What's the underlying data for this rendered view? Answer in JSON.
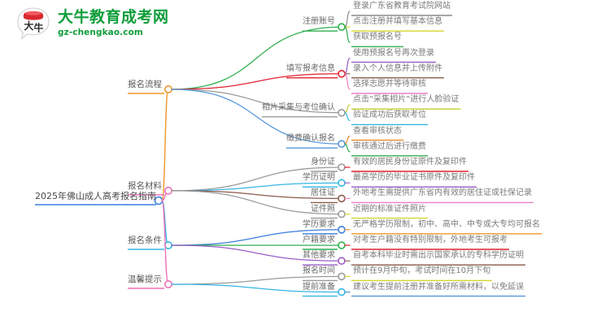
{
  "logo": {
    "mark_name": "dani-speech-bubble-logo",
    "cn_name": "大牛教育成考网",
    "domain": "gz-chengkao.com",
    "brand_color": "#0f9d3a",
    "mark_char": "大牛"
  },
  "mindmap": {
    "root": {
      "label": "2025年佛山成人高考报名指南",
      "color": "#3b7ddd"
    },
    "branches": [
      {
        "label": "报名流程",
        "color": "#f0962a",
        "children": [
          {
            "label": "注册账号",
            "color": "#2eae4e",
            "leaves": [
              {
                "label": "登录广东省教育考试院网站",
                "color": "#8a8a8a"
              },
              {
                "label": "点击注册并填写基本信息",
                "color": "#d6d62e"
              },
              {
                "label": "获取预报名号",
                "color": "#2eae4e"
              }
            ]
          },
          {
            "label": "填写报考信息",
            "color": "#e0212f",
            "leaves": [
              {
                "label": "使用预报名号再次登录",
                "color": "#9a5cc6"
              },
              {
                "label": "录入个人信息并上传附件",
                "color": "#8a5a4a"
              },
              {
                "label": "选择志愿并等待审核",
                "color": "#ef7fc4"
              }
            ]
          },
          {
            "label": "相片采集与考位确认",
            "color": "#9a9a9a",
            "leaves": [
              {
                "label": "点击“采集相片”进行人脸验证",
                "color": "#c3cf2c"
              },
              {
                "label": "验证成功后获取考位",
                "color": "#35b6e2"
              }
            ]
          },
          {
            "label": "缴费确认报名",
            "color": "#5596d8",
            "leaves": [
              {
                "label": "查看审核状态",
                "color": "#f08a2a"
              },
              {
                "label": "审核通过后进行缴费",
                "color": "#2eae4e"
              }
            ]
          }
        ]
      },
      {
        "label": "报名材料",
        "color": "#ef6fb8",
        "children": [
          {
            "label": "身份证",
            "color": "#9a9a9a",
            "leaves": [
              {
                "label": "有效的居民身份证原件及复印件",
                "color": "#e0212f"
              }
            ]
          },
          {
            "label": "学历证明",
            "color": "#35b6e2",
            "leaves": [
              {
                "label": "最高学历的毕业证书原件及复印件",
                "color": "#9a5cc6"
              }
            ]
          },
          {
            "label": "居住证",
            "color": "#8a5a4a",
            "leaves": [
              {
                "label": "外地考生需提供广东省内有效的居住证或社保记录",
                "color": "#ef7fc4"
              }
            ]
          },
          {
            "label": "证件照",
            "color": "#9a9a9a",
            "leaves": [
              {
                "label": "近期的标准证件照片",
                "color": "#d6d62e"
              }
            ]
          }
        ]
      },
      {
        "label": "报名条件",
        "color": "#35b6e2",
        "children": [
          {
            "label": "学历要求",
            "color": "#3b7ddd",
            "leaves": [
              {
                "label": "无严格学历限制，初中、高中、中专或大专均可报名",
                "color": "#f0962a"
              }
            ]
          },
          {
            "label": "户籍要求",
            "color": "#2eae4e",
            "leaves": [
              {
                "label": "对考生户籍没有特别限制，外地考生可报考",
                "color": "#e0212f"
              }
            ]
          },
          {
            "label": "其他要求",
            "color": "#9a5cc6",
            "leaves": [
              {
                "label": "自考本科毕业时需出示国家承认的专科学历证明",
                "color": "#8a5a4a"
              }
            ]
          }
        ]
      },
      {
        "label": "温馨提示",
        "color": "#ef6fb8",
        "children": [
          {
            "label": "报名时间",
            "color": "#9a9a9a",
            "leaves": [
              {
                "label": "预计在9月中旬，考试时间在10月下旬",
                "color": "#d6d62e"
              }
            ]
          },
          {
            "label": "提前准备",
            "color": "#35b6e2",
            "leaves": [
              {
                "label": "建议考生提前注册并准备好所需材料，以免延误",
                "color": "#5596d8"
              }
            ]
          }
        ]
      }
    ]
  }
}
